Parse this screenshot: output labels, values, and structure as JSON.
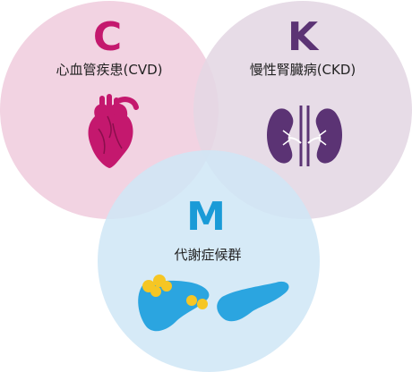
{
  "diagram": {
    "circles": [
      {
        "id": "c",
        "letter": "C",
        "label": "心血管疾患(CVD)",
        "fill": "#f1cfe0",
        "letter_color": "#c4186e",
        "icon": "heart-icon"
      },
      {
        "id": "k",
        "letter": "K",
        "label": "慢性腎臓病(CKD)",
        "fill": "#e4d7e4",
        "letter_color": "#5b3374",
        "icon": "kidneys-icon"
      },
      {
        "id": "m",
        "letter": "M",
        "label": "代謝症候群",
        "fill": "#cfe6f6",
        "letter_color": "#1a9bd7",
        "icon": "liver-pancreas-icon"
      }
    ],
    "overlap_color": "#d9c6dc",
    "heart_color": "#c4186e",
    "kidney_color": "#5b3374",
    "organ_color": "#2ba5e0",
    "fat_color": "#f6c624"
  }
}
